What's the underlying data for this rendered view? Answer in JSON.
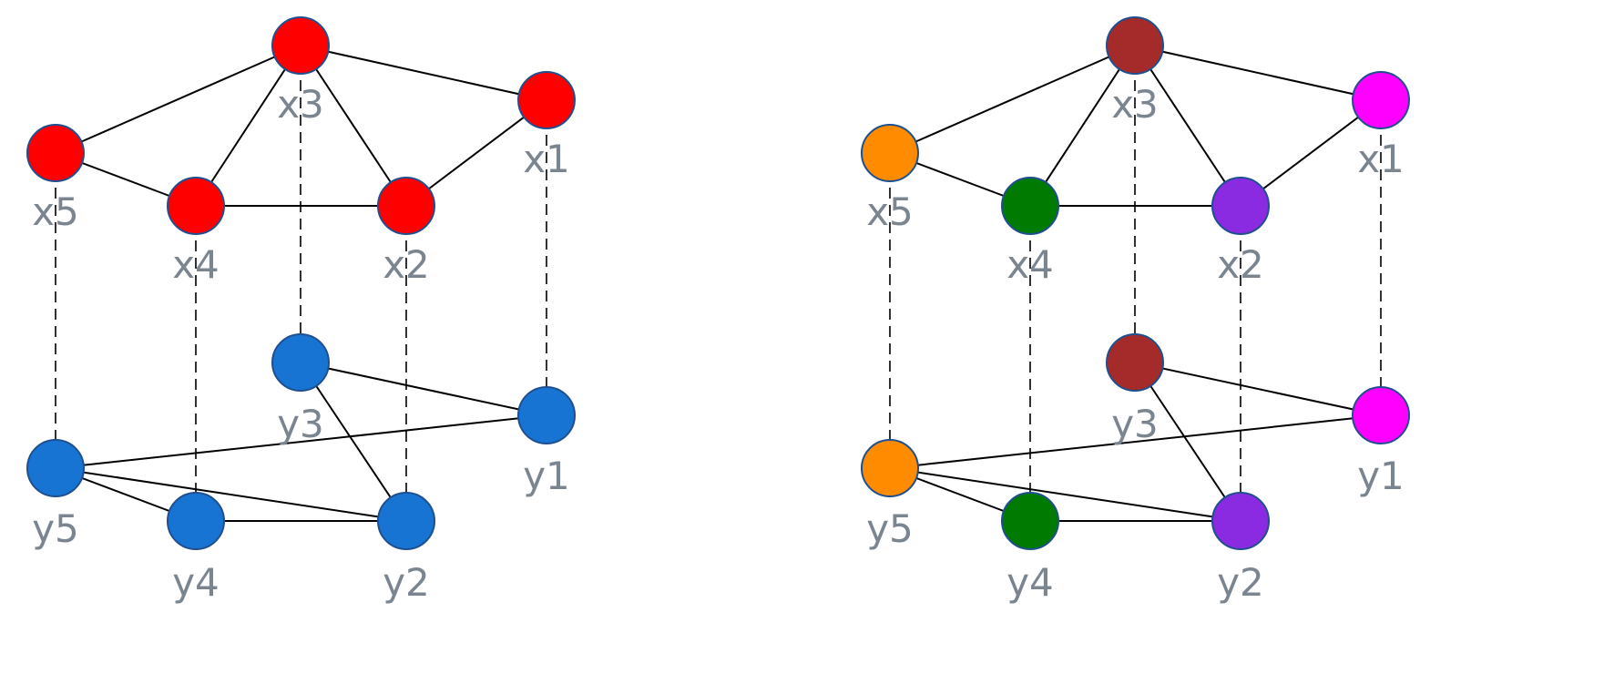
{
  "graphs": [
    {
      "id": "left",
      "nodes": [
        {
          "id": "x1",
          "label": "x1",
          "color": "#ff0000"
        },
        {
          "id": "x2",
          "label": "x2",
          "color": "#ff0000"
        },
        {
          "id": "x3",
          "label": "x3",
          "color": "#ff0000"
        },
        {
          "id": "x4",
          "label": "x4",
          "color": "#ff0000"
        },
        {
          "id": "x5",
          "label": "x5",
          "color": "#ff0000"
        },
        {
          "id": "y1",
          "label": "y1",
          "color": "#1874d2"
        },
        {
          "id": "y2",
          "label": "y2",
          "color": "#1874d2"
        },
        {
          "id": "y3",
          "label": "y3",
          "color": "#1874d2"
        },
        {
          "id": "y4",
          "label": "y4",
          "color": "#1874d2"
        },
        {
          "id": "y5",
          "label": "y5",
          "color": "#1874d2"
        }
      ]
    },
    {
      "id": "right",
      "nodes": [
        {
          "id": "x1",
          "label": "x1",
          "color": "#ff00ff"
        },
        {
          "id": "x2",
          "label": "x2",
          "color": "#8a2be2"
        },
        {
          "id": "x3",
          "label": "x3",
          "color": "#a52a2a"
        },
        {
          "id": "x4",
          "label": "x4",
          "color": "#007a00"
        },
        {
          "id": "x5",
          "label": "x5",
          "color": "#ff8c00"
        },
        {
          "id": "y1",
          "label": "y1",
          "color": "#ff00ff"
        },
        {
          "id": "y2",
          "label": "y2",
          "color": "#8a2be2"
        },
        {
          "id": "y3",
          "label": "y3",
          "color": "#a52a2a"
        },
        {
          "id": "y4",
          "label": "y4",
          "color": "#007a00"
        },
        {
          "id": "y5",
          "label": "y5",
          "color": "#ff8c00"
        }
      ]
    }
  ],
  "edges": {
    "solid": [
      [
        "x3",
        "x1"
      ],
      [
        "x3",
        "x5"
      ],
      [
        "x3",
        "x4"
      ],
      [
        "x3",
        "x2"
      ],
      [
        "x5",
        "x4"
      ],
      [
        "x4",
        "x2"
      ],
      [
        "x2",
        "x1"
      ],
      [
        "y3",
        "y1"
      ],
      [
        "y3",
        "y2"
      ],
      [
        "y1",
        "y5"
      ],
      [
        "y5",
        "y4"
      ],
      [
        "y5",
        "y2"
      ],
      [
        "y4",
        "y2"
      ]
    ],
    "dashed": [
      [
        "x1",
        "y1"
      ],
      [
        "x2",
        "y2"
      ],
      [
        "x3",
        "y3"
      ],
      [
        "x4",
        "y4"
      ],
      [
        "x5",
        "y5"
      ]
    ]
  },
  "legend": "none"
}
